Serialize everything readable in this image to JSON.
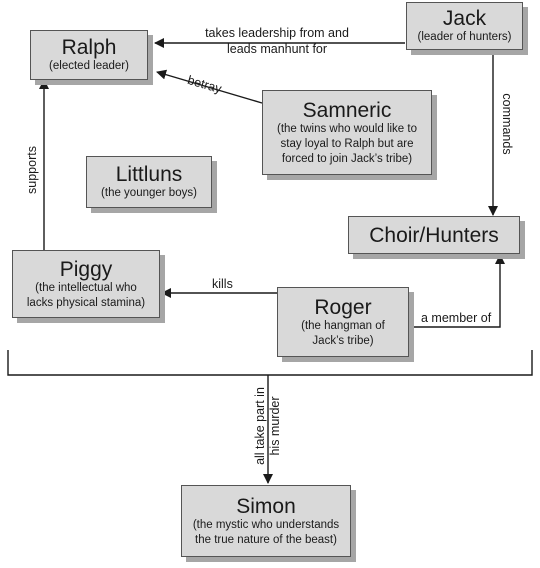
{
  "nodes": {
    "ralph": {
      "title": "Ralph",
      "subtitle": "(elected leader)"
    },
    "jack": {
      "title": "Jack",
      "subtitle": "(leader of hunters)"
    },
    "samneric": {
      "title": "Samneric",
      "subtitle": "(the twins who would like to stay loyal to Ralph but are forced to join Jack’s tribe)"
    },
    "littluns": {
      "title": "Littluns",
      "subtitle": "(the younger boys)"
    },
    "choir": {
      "title": "Choir/Hunters",
      "subtitle": ""
    },
    "piggy": {
      "title": "Piggy",
      "subtitle": "(the intellectual who lacks physical stamina)"
    },
    "roger": {
      "title": "Roger",
      "subtitle": "(the hangman of Jack’s tribe)"
    },
    "simon": {
      "title": "Simon",
      "subtitle": "(the mystic who understands the true nature of the beast)"
    }
  },
  "edges": {
    "jack_ralph": "takes leadership from and leads manhunt for",
    "samneric_ralph": "betray",
    "jack_choir": "commands",
    "piggy_ralph": "supports",
    "roger_piggy": "kills",
    "roger_choir": "a member of",
    "all_simon": "all take part in his murder"
  },
  "colors": {
    "box": "#d9d9d9",
    "shadow": "#a6a6a6",
    "line": "#1a1a1a"
  }
}
